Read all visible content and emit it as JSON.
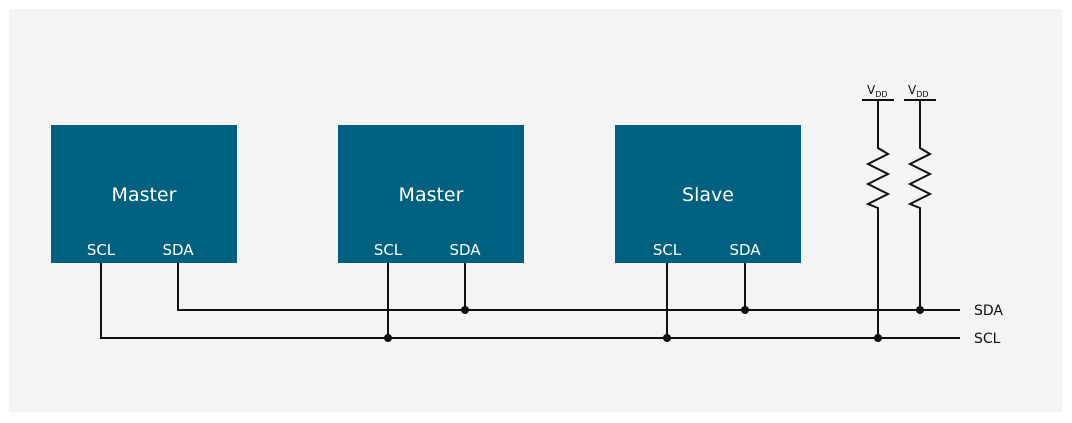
{
  "colors": {
    "box_fill": "#006080",
    "wire": "#111111",
    "background": "#f4f4f4"
  },
  "devices": [
    {
      "title": "Master",
      "scl_label": "SCL",
      "sda_label": "SDA"
    },
    {
      "title": "Master",
      "scl_label": "SCL",
      "sda_label": "SDA"
    },
    {
      "title": "Slave",
      "scl_label": "SCL",
      "sda_label": "SDA"
    }
  ],
  "buses": {
    "sda_label": "SDA",
    "scl_label": "SCL"
  },
  "pullups": [
    {
      "supply": "V",
      "supply_sub": "DD",
      "bus": "SCL"
    },
    {
      "supply": "V",
      "supply_sub": "DD",
      "bus": "SDA"
    }
  ]
}
